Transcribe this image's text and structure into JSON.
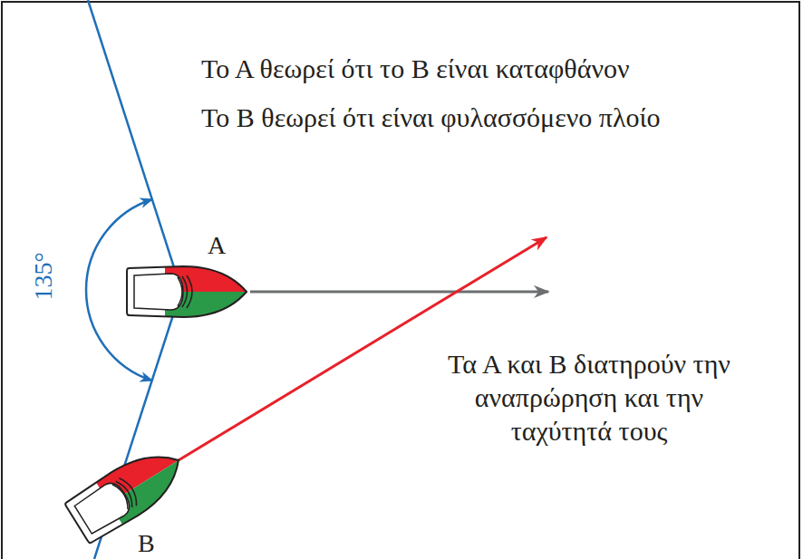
{
  "diagram": {
    "labels": [
      "Το Α θεωρεί ότι το Β είναι καταφθάνον",
      "Το Β θεωρεί ότι είναι φυλασσόμενο πλοίο",
      "135°",
      "Α",
      "Β",
      "Τα Α και Β διατηρούν την αναπρώρηση και την ταχύτητά τους"
    ]
  }
}
